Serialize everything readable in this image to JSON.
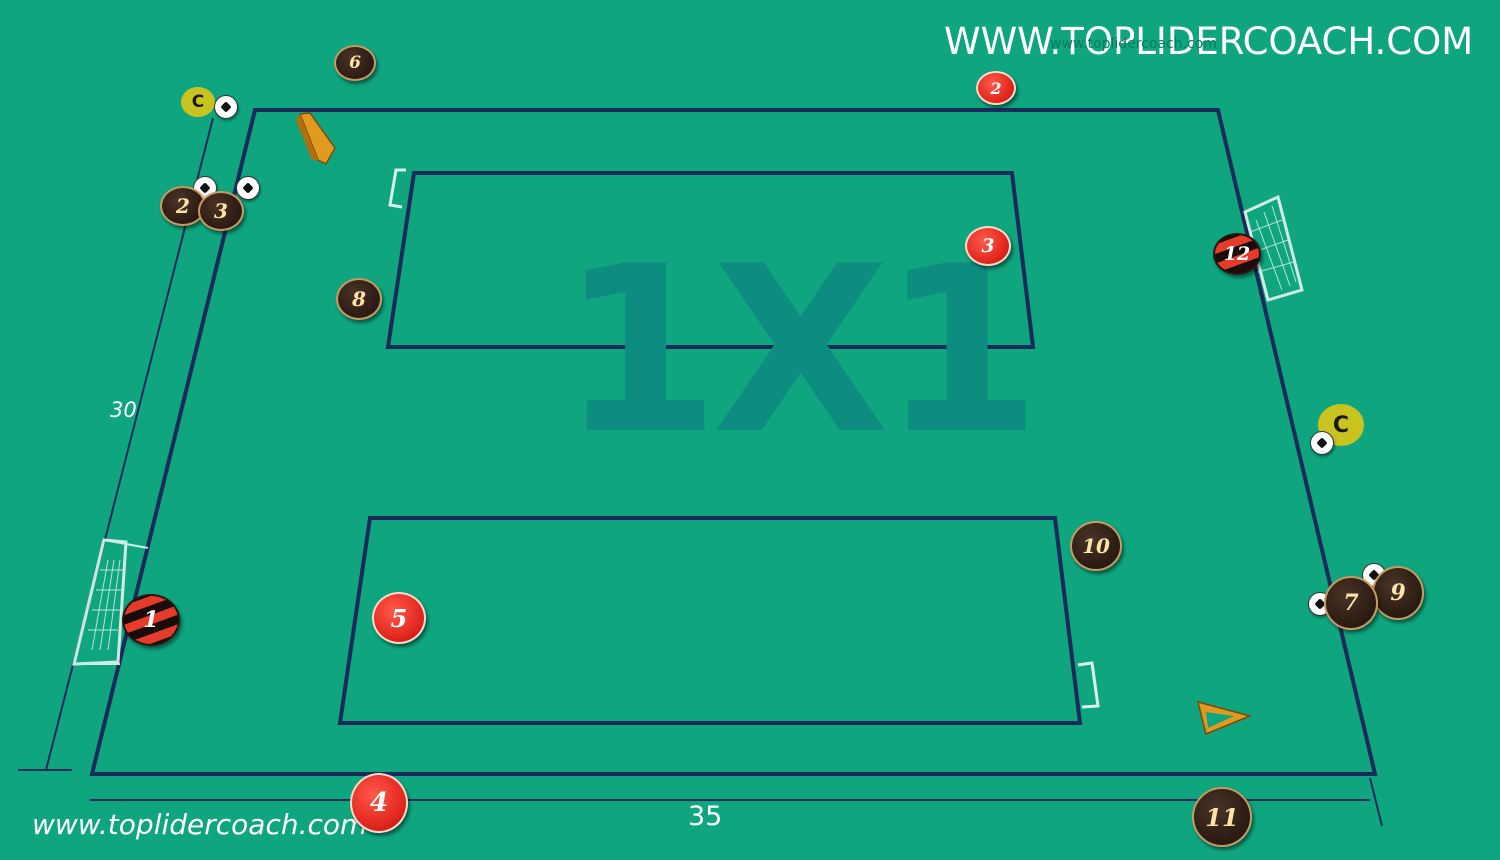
{
  "watermark_top": "WWW.TOPLIDERCOACH.COM",
  "watermark_top_small": "www.toplidercoach.com",
  "watermark_bottom": "www.toplidercoach.com",
  "center_title": "1X1",
  "dimension_length": "30",
  "dimension_width": "35",
  "colors": {
    "pitch": "#0ea57f",
    "lines": "#1a2a5a",
    "team_red": "#e0261c",
    "team_dark": "#2a1a12",
    "coach": "#c9c320"
  },
  "players": [
    {
      "label": "6",
      "team": "dark"
    },
    {
      "label": "2",
      "team": "red"
    },
    {
      "label": "2",
      "team": "dark"
    },
    {
      "label": "3",
      "team": "dark"
    },
    {
      "label": "3",
      "team": "red"
    },
    {
      "label": "8",
      "team": "dark"
    },
    {
      "label": "12",
      "team": "stripe"
    },
    {
      "label": "10",
      "team": "dark"
    },
    {
      "label": "5",
      "team": "red"
    },
    {
      "label": "1",
      "team": "stripe"
    },
    {
      "label": "7",
      "team": "dark"
    },
    {
      "label": "9",
      "team": "dark"
    },
    {
      "label": "4",
      "team": "red"
    },
    {
      "label": "11",
      "team": "dark"
    }
  ],
  "coach_label": "C"
}
